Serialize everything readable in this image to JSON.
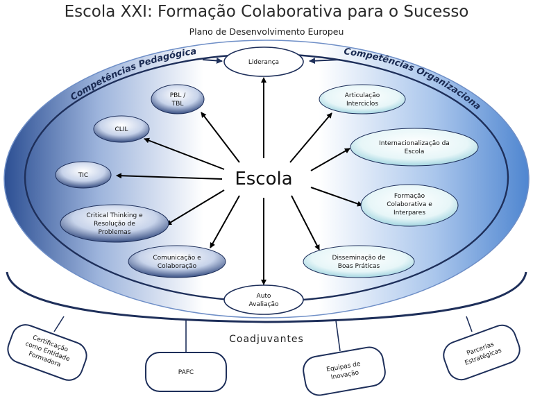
{
  "title": "Escola XXI: Formação Colaborativa para o Sucesso",
  "subtitle": "Plano de Desenvolvimento Europeu",
  "center_label": "Escola",
  "arc_left": "Competências Pedagógicas",
  "arc_right": "Competências Organizacionais",
  "top_node": "Liderança",
  "bottom_node": [
    "Auto",
    "Avaliação"
  ],
  "left_nodes": [
    {
      "lines": [
        "PBL /",
        "TBL"
      ]
    },
    {
      "lines": [
        "CLIL"
      ]
    },
    {
      "lines": [
        "TIC"
      ]
    },
    {
      "lines": [
        "Critical Thinking e",
        "Resolução de",
        "Problemas"
      ]
    },
    {
      "lines": [
        "Comunicação e",
        "Colaboração"
      ]
    }
  ],
  "right_nodes": [
    {
      "lines": [
        "Articulação",
        "Interciclos"
      ]
    },
    {
      "lines": [
        "Internacionalização da",
        "Escola"
      ]
    },
    {
      "lines": [
        "Formação",
        "Colaborativa e",
        "Interpares"
      ]
    },
    {
      "lines": [
        "Disseminação de",
        "Boas Práticas"
      ]
    }
  ],
  "coadjuvantes_label": "Coadjuvantes",
  "boxes": [
    {
      "lines": [
        "Certificação",
        "como Entidade",
        "Formadora"
      ]
    },
    {
      "lines": [
        "PAFC"
      ]
    },
    {
      "lines": [
        "Equipas de",
        "Inovação"
      ]
    },
    {
      "lines": [
        "Parcerias",
        "Estratégicas"
      ]
    }
  ],
  "colors": {
    "left_fill_dark": "#1f3a78",
    "right_fill": "#5b8fd4",
    "ring": "#1e2f5a"
  }
}
